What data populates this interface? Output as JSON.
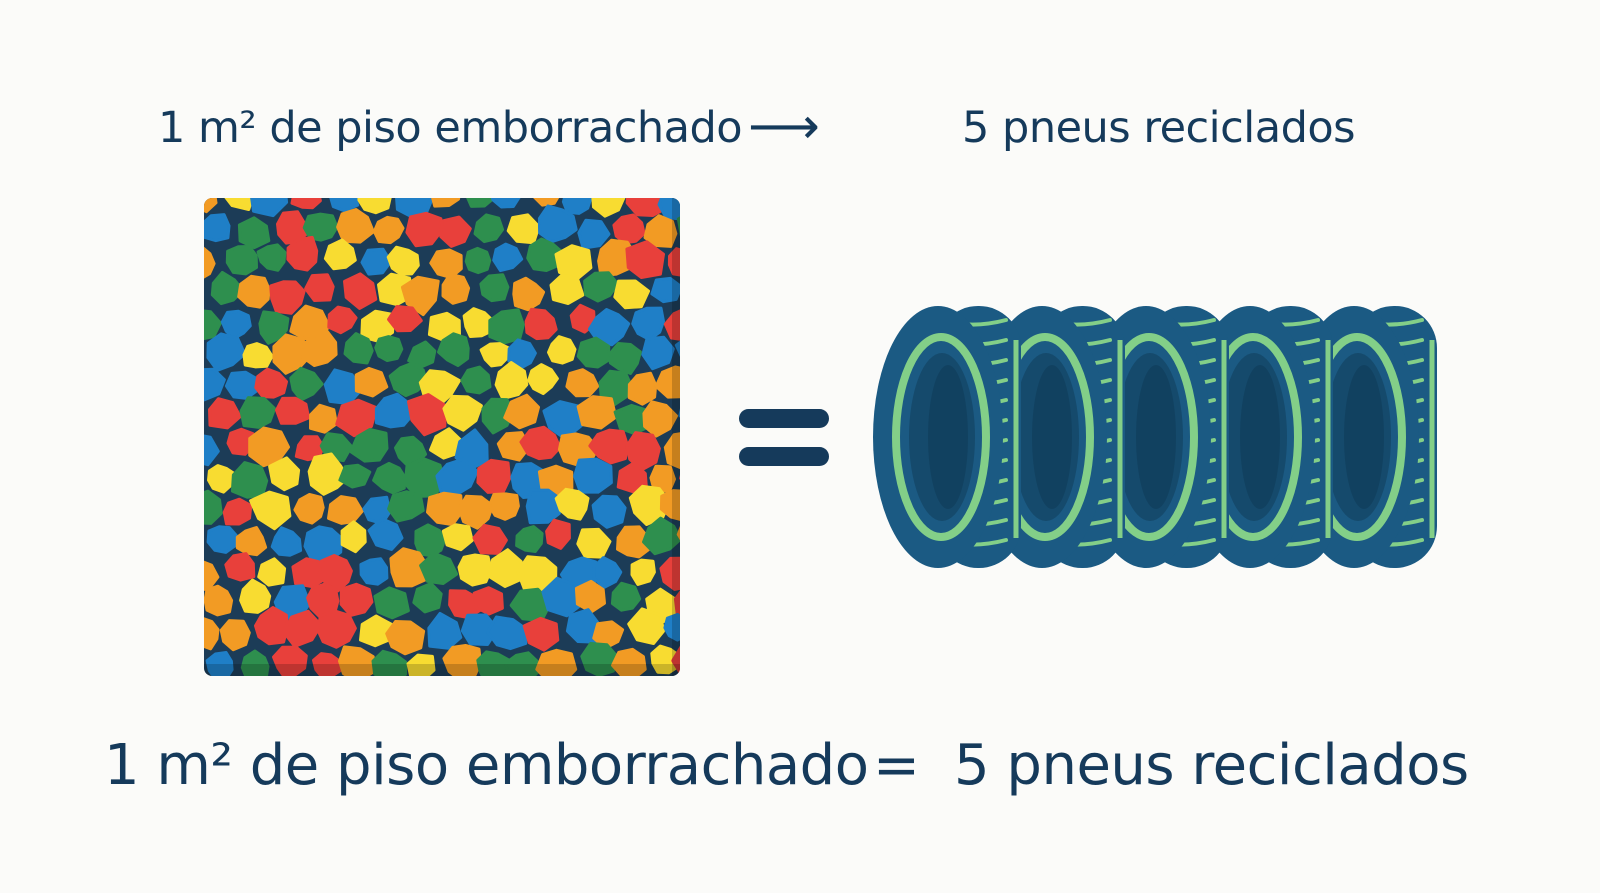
{
  "header": {
    "left_text": "1 m² de piso emborrachado",
    "arrow": "⟶",
    "right_text": "5 pneus reciclados"
  },
  "equation": {
    "left_text": "1 m² de piso emborrachado",
    "operator": "=",
    "right_text": "5 pneus reciclados"
  },
  "illustration": {
    "floor_tile": {
      "icon": "rubber-floor-tile",
      "colors": [
        "#2e8f4e",
        "#1f7fc7",
        "#e8403b",
        "#f29b24",
        "#f8dc31"
      ],
      "background": "#1c3c57"
    },
    "equals_icon": "equals-icon",
    "tire_icon": "tire-icon",
    "tire_count": 5,
    "tire_colors": {
      "rubber": "#1b5a83",
      "tread": "#83cf88",
      "inner": "#154a6c"
    }
  }
}
